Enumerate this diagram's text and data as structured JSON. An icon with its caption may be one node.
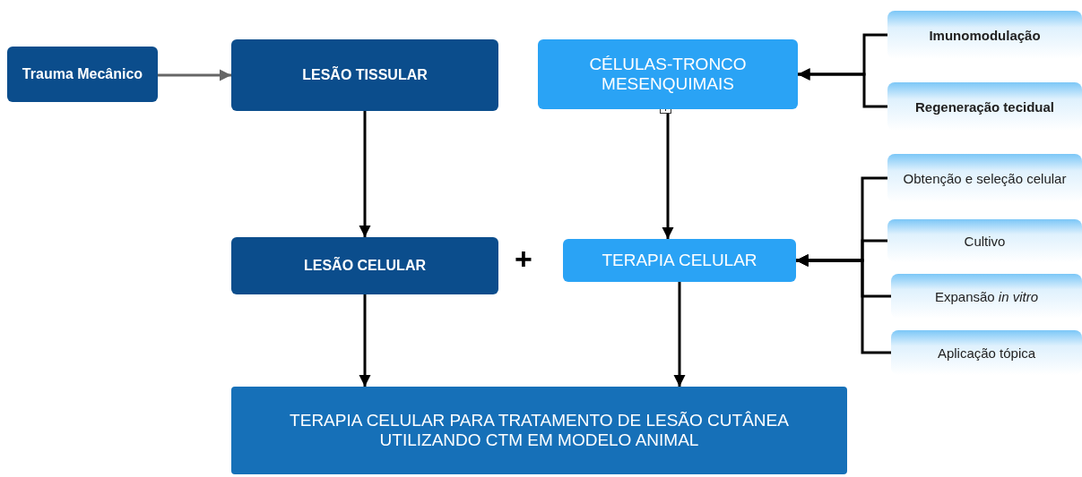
{
  "diagram": {
    "nodes": [
      {
        "text": [
          "Trauma Mecânico"
        ]
      },
      {
        "text": [
          "LESÃO TISSULAR"
        ]
      },
      {
        "text": [
          "CÉLULAS-TRONCO MESENQUIMAIS"
        ]
      },
      {
        "text": [
          "Imunomodulação"
        ]
      },
      {
        "text": [
          "Regeneração tecidual"
        ]
      },
      {
        "text": [
          "LESÃO CELULAR"
        ]
      },
      {
        "text": [
          "TERAPIA CELULAR"
        ]
      },
      {
        "text": [
          "Obtenção e seleção celular"
        ]
      },
      {
        "text": [
          "Cultivo"
        ]
      },
      {
        "text": [
          "Expansão *in vitro*"
        ]
      },
      {
        "text": [
          "Aplicação tópica"
        ]
      },
      {
        "text": [
          "TERAPIA CELULAR PARA TRATAMENTO DE LESÃO CUTÂNEA UTILIZANDO CTM EM MODELO ANIMAL"
        ]
      }
    ],
    "edges": [
      {
        "from": 0,
        "to": 1,
        "arrow": "to",
        "color": "#666666"
      },
      {
        "from": 1,
        "to": 5,
        "arrow": "to"
      },
      {
        "from": 2,
        "to": 6,
        "arrow": "to"
      },
      {
        "from": 3,
        "to": 2,
        "arrow": "to"
      },
      {
        "from": 4,
        "to": 2,
        "arrow": "to"
      },
      {
        "from": 7,
        "to": 6,
        "arrow": "to"
      },
      {
        "from": 8,
        "to": 6,
        "arrow": "to"
      },
      {
        "from": 9,
        "to": 6,
        "arrow": "to"
      },
      {
        "from": 10,
        "to": 6,
        "arrow": "to"
      },
      {
        "from": 5,
        "to": 11,
        "arrow": "to"
      },
      {
        "from": 6,
        "to": 11,
        "arrow": "to"
      }
    ],
    "labels": [
      "+"
    ]
  }
}
